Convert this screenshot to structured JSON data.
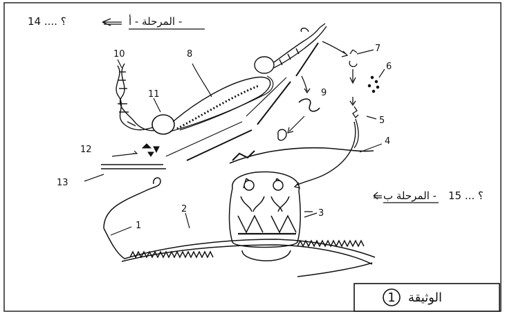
{
  "header": {
    "stage_label": "المرحلة - أ -",
    "stage_range": "؟ .... 14"
  },
  "stage_b": {
    "stage_label": "المرحلة ب -",
    "stage_range": "؟ ... 15"
  },
  "document": {
    "label": "الوثيقة",
    "number": "1"
  },
  "numbers": [
    "1",
    "2",
    "3",
    "4",
    "5",
    "6",
    "7",
    "8",
    "9",
    "10",
    "11",
    "12",
    "13"
  ]
}
